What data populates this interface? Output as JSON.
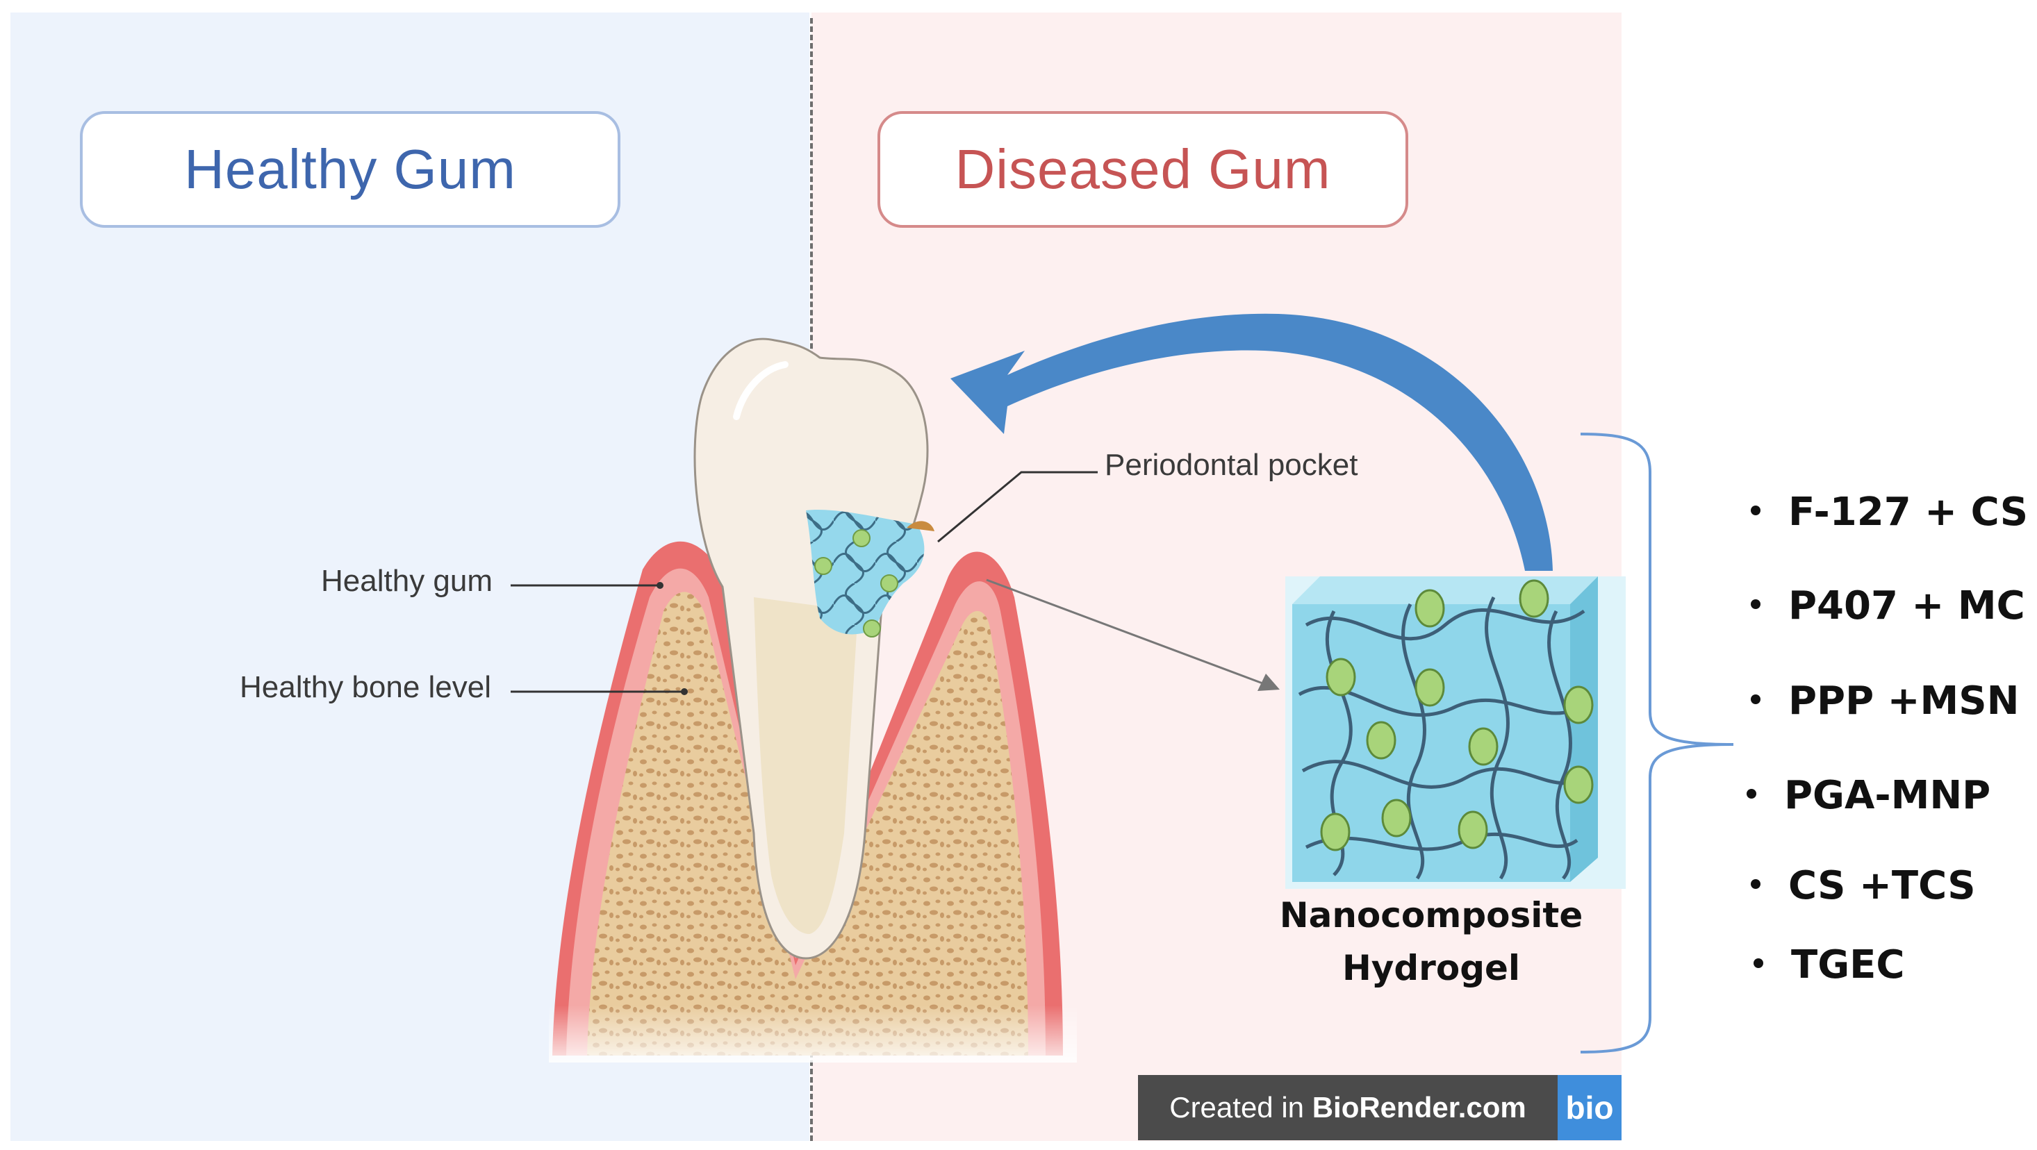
{
  "titles": {
    "healthy": "Healthy Gum",
    "diseased": "Diseased Gum"
  },
  "labels": {
    "healthy_gum": "Healthy gum",
    "healthy_bone": "Healthy bone level",
    "pocket": "Periodontal pocket"
  },
  "hydrogel": {
    "line1": "Nanocomposite",
    "line2": "Hydrogel"
  },
  "formulations": [
    "F-127 + CS",
    "P407 + MC",
    "PPP +MSN",
    "PGA-MNP",
    "CS +TCS",
    "TGEC"
  ],
  "credit": {
    "prefix": "Created in ",
    "brand": "BioRender.com",
    "logo": "bio"
  },
  "colors": {
    "healthy_bg": "#edf3fc",
    "diseased_bg": "#fdf0f0",
    "healthy_title": "#3e66ad",
    "diseased_title": "#c65454",
    "arrow": "#4a88c8",
    "hydrogel": "#8fd6ea",
    "nanoparticle": "#a8d47a"
  }
}
